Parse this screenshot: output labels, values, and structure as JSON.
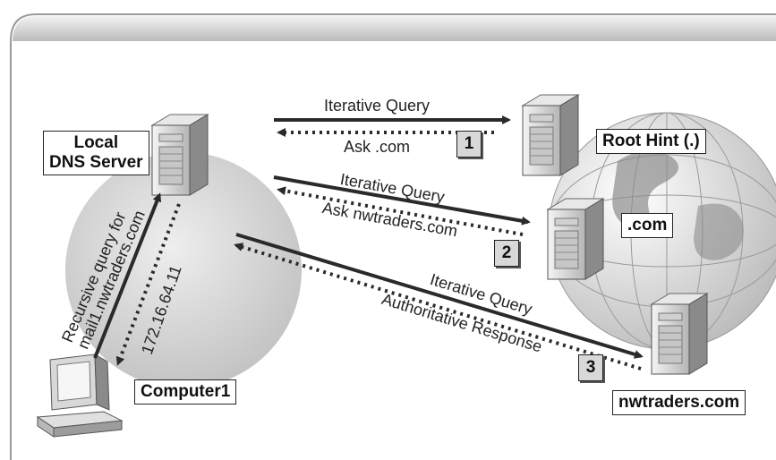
{
  "labels": {
    "local_dns": [
      "Local",
      "DNS Server"
    ],
    "root_hint": "Root Hint (.)",
    "dotcom": ".com",
    "nwtraders": "nwtraders.com",
    "computer": "Computer1"
  },
  "steps": {
    "s1": "1",
    "s2": "2",
    "s3": "3"
  },
  "arrows": {
    "q1": "Iterative Query",
    "r1": "Ask .com",
    "q2": "Iterative Query",
    "r2": "Ask nwtraders.com",
    "q3": "Iterative Query",
    "r3": "Authoritative Response",
    "recursive": [
      "Recursive query for",
      "mail1.nwtraders.com"
    ],
    "answer": "172.16.64.11"
  }
}
